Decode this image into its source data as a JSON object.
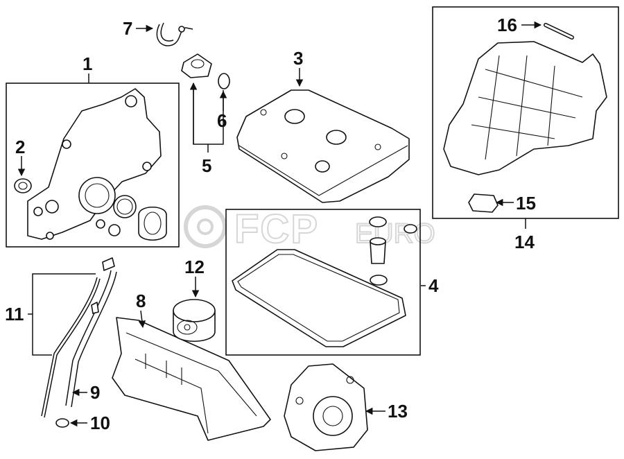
{
  "watermark": {
    "brand": "FCP",
    "suffix": "EURO"
  },
  "callouts": [
    "1",
    "2",
    "3",
    "4",
    "5",
    "6",
    "7",
    "8",
    "9",
    "10",
    "11",
    "12",
    "13",
    "14",
    "15",
    "16"
  ],
  "colors": {
    "ink": "#111111",
    "paper": "#ffffff",
    "watermark": "#d6d6d6"
  }
}
